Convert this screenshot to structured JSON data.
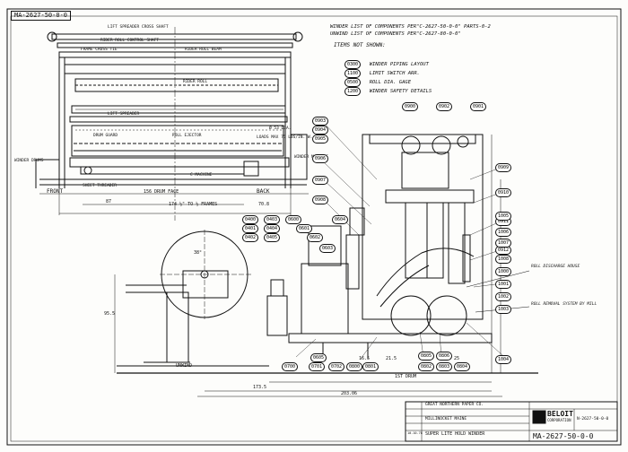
{
  "drawing": {
    "number_top": "MA-2627-50-0-0",
    "number_bottom": "MA-2627-50-0-0",
    "notes_title_1": "WINDER LIST OF COMPONENTS PER\"C-2627-50-0-0\" PARTS-0-2",
    "notes_title_2": "UNWIND LIST OF COMPONENTS PER\"C-2627-80-0-0\"",
    "items_not_shown_heading": "ITEMS NOT SHOWN:",
    "items_not_shown": [
      {
        "code": "0300",
        "desc": "WINDER PIPING LAYOUT"
      },
      {
        "code": "1100",
        "desc": "LIMIT SWITCH ARR."
      },
      {
        "code": "0500",
        "desc": "ROLL DIA. GAGE"
      },
      {
        "code": "1200",
        "desc": "WINDER SAFETY DETAILS"
      }
    ]
  },
  "elevation_labels": {
    "top_cross_shaft": "LIFT SPREADER CROSS SHAFT",
    "rider_roll_shaft": "RIDER ROLL CONTROL SHAFT",
    "frame_cross_tie": "FRAME CROSS TIE",
    "rider_roll_beam": "RIDER ROLL BEAM",
    "rider_roll": "RIDER ROLL",
    "lift_spreader": "LIFT SPREADER",
    "drum_guard": "DRUM GUARD",
    "roll_ejector": "ROLL EJECTOR",
    "c_machine": "C MACHINE",
    "sheet_threader": "SHEET THREADER",
    "winder_drums": "WINDER DRUMS",
    "front": "FRONT",
    "back": "BACK",
    "drum_face": "156 DRUM FACE",
    "dim_87": "87",
    "dim_174": "174 ½\" TO ½ FRAMES",
    "dim_70": "70.8",
    "max_reel_dia": "Ø 53 DIA.",
    "load_max": "LOADS MAX 75 LBS/IN. W.",
    "winder_machine": "WINDER MACHINE"
  },
  "side_labels": {
    "roll_discharge": "ROLL DISCHARGE HOUSE",
    "roll_removal": "ROLL REMOVAL SYSTEM BY MILL",
    "unwind": "UNWIND",
    "drum_1": "1ST DRUM",
    "dim_173": "173.5",
    "dim_203": "203.06",
    "dim_95": "95.5",
    "dim_38": "38°",
    "dim_21": "21.5",
    "dim_16": "16.5",
    "dim_25": "25"
  },
  "callouts": [
    "0900",
    "0902",
    "0901",
    "0903",
    "0904",
    "0905",
    "0906",
    "0907",
    "0908",
    "0909",
    "0910",
    "0911",
    "0912",
    "1000",
    "1001",
    "1002",
    "1003",
    "1004",
    "1005",
    "1006",
    "1007",
    "1008",
    "0400",
    "0401",
    "0402",
    "0403",
    "0404",
    "0405",
    "0600",
    "0601",
    "0602",
    "0603",
    "0604",
    "0605",
    "0700",
    "0701",
    "0702",
    "0800",
    "0801",
    "0802",
    "0803",
    "0804",
    "0805",
    "0806"
  ],
  "title_block": {
    "company": "BELOIT",
    "company_sub": "CORPORATION",
    "customer": "GREAT NORTHERN PAPER CO.",
    "mill": "MILLINOCKET MAINE",
    "title": "SUPER LITE HOLD WINDER",
    "job": "N-2627-50-0-0",
    "date": "10-10-78"
  }
}
